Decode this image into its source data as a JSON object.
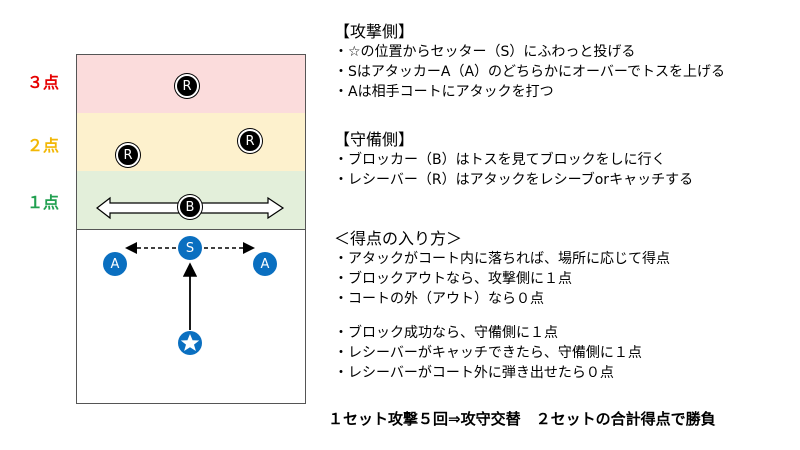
{
  "colors": {
    "zone3": "#fbdcdc",
    "zone2": "#fdf1cd",
    "zone1": "#e3efda",
    "label3": "#e60000",
    "label2": "#f2b705",
    "label1": "#21a050",
    "offense_blue": "#0a6fc0",
    "defense_black": "#000000"
  },
  "zones": {
    "three": "３点",
    "two": "２点",
    "one": "１点"
  },
  "players": {
    "receiver": "R",
    "blocker": "B",
    "setter": "S",
    "attacker": "A"
  },
  "offense": {
    "heading": "【攻撃側】",
    "lines": [
      "・☆の位置からセッター（S）にふわっと投げる",
      "・SはアタッカーA（A）のどちらかにオーバーでトスを上げる",
      "・Aは相手コートにアタックを打つ"
    ]
  },
  "defense": {
    "heading": "【守備側】",
    "lines": [
      "・ブロッカー（B）はトスを見てブロックをしに行く",
      "・レシーバー（R）はアタックをレシーブorキャッチする"
    ]
  },
  "scoring": {
    "heading": "＜得点の入り方＞",
    "lines": [
      "・アタックがコート内に落ちれば、場所に応じて得点",
      "・ブロックアウトなら、攻撃側に１点",
      "・コートの外（アウト）なら０点"
    ],
    "lines2": [
      "・ブロック成功なら、守備側に１点",
      "・レシーバーがキャッチできたら、守備側に１点",
      "・レシーバーがコート外に弾き出せたら０点"
    ]
  },
  "footer": "１セット攻撃５回⇒攻守交替　２セットの合計得点で勝負"
}
